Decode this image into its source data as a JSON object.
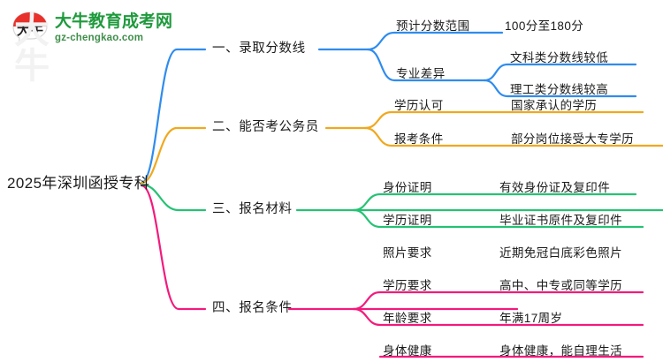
{
  "logo": {
    "ghost_text": "大牛",
    "mark_text": "大牛",
    "name_cn": "大牛教育成考网",
    "name_en": "gz-chengkao.com",
    "brand_color": "#1f9a3d",
    "mark_color": "#e8312a"
  },
  "root": {
    "label": "2025年深圳函授专科"
  },
  "colors": {
    "branch1": "#2f8ced",
    "branch2": "#f0a81e",
    "branch3": "#25c274",
    "branch4": "#f31a7c"
  },
  "branches": [
    {
      "label": "一、录取分数线",
      "color": "#2f8ced",
      "children": [
        {
          "label": "预计分数范围",
          "leaves": [
            {
              "label": "100分至180分"
            }
          ]
        },
        {
          "label": "专业差异",
          "leaves": [
            {
              "label": "文科类分数线较低"
            },
            {
              "label": "理工类分数线较高"
            }
          ]
        }
      ]
    },
    {
      "label": "二、能否考公务员",
      "color": "#f0a81e",
      "children": [
        {
          "label": "学历认可",
          "leaves": [
            {
              "label": "国家承认的学历"
            }
          ]
        },
        {
          "label": "报考条件",
          "leaves": [
            {
              "label": "部分岗位接受大专学历"
            }
          ]
        }
      ]
    },
    {
      "label": "三、报名材料",
      "color": "#25c274",
      "children": [
        {
          "label": "身份证明",
          "leaves": [
            {
              "label": "有效身份证及复印件"
            }
          ]
        },
        {
          "label": "学历证明",
          "leaves": [
            {
              "label": "毕业证书原件及复印件"
            }
          ]
        },
        {
          "label": "照片要求",
          "leaves": [
            {
              "label": "近期免冠白底彩色照片"
            }
          ]
        }
      ]
    },
    {
      "label": "四、报名条件",
      "color": "#f31a7c",
      "children": [
        {
          "label": "学历要求",
          "leaves": [
            {
              "label": "高中、中专或同等学历"
            }
          ]
        },
        {
          "label": "年龄要求",
          "leaves": [
            {
              "label": "年满17周岁"
            }
          ]
        },
        {
          "label": "身体健康",
          "leaves": [
            {
              "label": "身体健康，能自理生活"
            }
          ]
        }
      ]
    }
  ]
}
